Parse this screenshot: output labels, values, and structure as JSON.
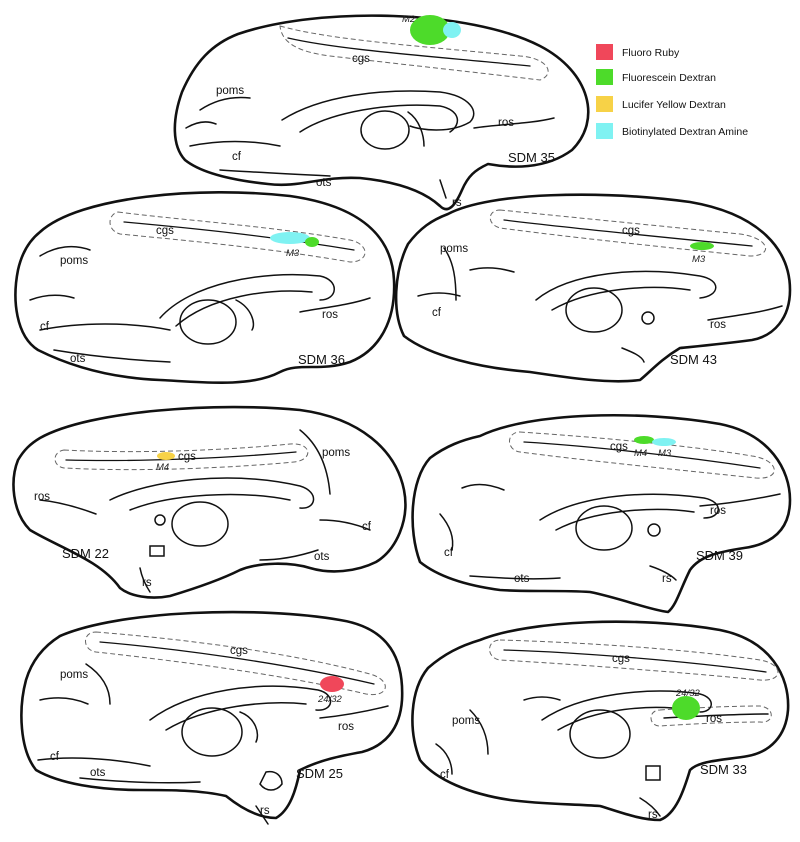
{
  "legend": [
    {
      "label": "Fluoro Ruby",
      "color": "#f0475a"
    },
    {
      "label": "Fluorescein Dextran",
      "color": "#4ddb2a"
    },
    {
      "label": "Lucifer Yellow Dextran",
      "color": "#f7d247"
    },
    {
      "label": "Biotinylated Dextran Amine",
      "color": "#7ff2f2"
    }
  ],
  "sulci": {
    "cgs": "cgs",
    "poms": "poms",
    "cf": "cf",
    "ots": "ots",
    "ros": "ros",
    "rs": "rs"
  },
  "brains": [
    {
      "case": "SDM 35",
      "areas": [
        "M2"
      ],
      "tracers": [
        "Fluorescein Dextran",
        "Biotinylated Dextran Amine"
      ]
    },
    {
      "case": "SDM 36",
      "areas": [
        "M3"
      ],
      "tracers": [
        "Biotinylated Dextran Amine",
        "Fluorescein Dextran"
      ]
    },
    {
      "case": "SDM 43",
      "areas": [
        "M3"
      ],
      "tracers": [
        "Fluorescein Dextran"
      ]
    },
    {
      "case": "SDM 22",
      "areas": [
        "M4"
      ],
      "tracers": [
        "Lucifer Yellow Dextran"
      ]
    },
    {
      "case": "SDM 39",
      "areas": [
        "M4",
        "M3"
      ],
      "tracers": [
        "Fluorescein Dextran",
        "Biotinylated Dextran Amine"
      ]
    },
    {
      "case": "SDM 25",
      "areas": [
        "24/32"
      ],
      "tracers": [
        "Fluoro Ruby"
      ]
    },
    {
      "case": "SDM 33",
      "areas": [
        "24/32"
      ],
      "tracers": [
        "Fluorescein Dextran"
      ]
    }
  ]
}
